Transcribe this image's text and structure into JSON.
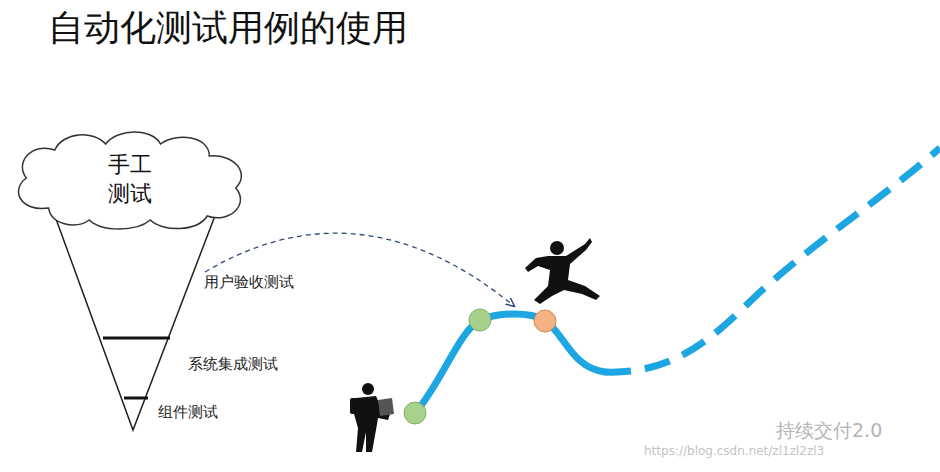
{
  "diagram": {
    "title": "自动化测试用例的使用",
    "nodes": [
      {
        "text": [
          "手工 测试"
        ]
      },
      {
        "text": [
          "用户验收测试"
        ]
      },
      {
        "text": [
          "系统集成测试"
        ]
      },
      {
        "text": [
          "组件测试"
        ]
      }
    ],
    "labels": [
      "持续交付2.0",
      "https://blog.csdn.net/zl1zl2zl3"
    ]
  }
}
